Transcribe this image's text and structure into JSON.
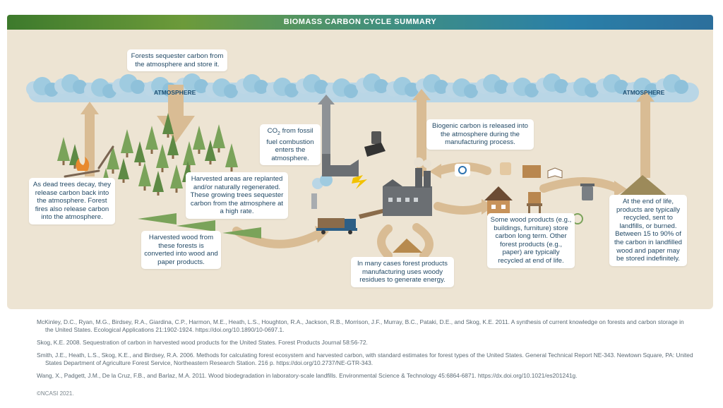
{
  "banner": {
    "title": "BIOMASS CARBON CYCLE SUMMARY"
  },
  "labels": {
    "atmosphere_left": "ATMOSPHERE",
    "atmosphere_right": "ATMOSPHERE"
  },
  "captions": {
    "sequester": "Forests sequester carbon from the atmosphere and store it.",
    "decay": "As dead trees decay, they release carbon back into the atmosphere. Forest fires also release carbon into the atmosphere.",
    "replanted": "Harvested areas are replanted and/or naturally regenerated. These growing trees sequester carbon from the atmosphere at a high rate.",
    "harvested": "Harvested wood from these forests is converted into wood and paper products.",
    "co2_prefix": "CO",
    "co2_sub": "2",
    "co2_suffix": " from fossil fuel combustion enters the atmosphere.",
    "biogenic": "Biogenic carbon is released into the atmosphere during the manufacturing process.",
    "residues": "In many cases forest products manufacturing uses woody residues to generate energy.",
    "products": "Some wood products (e.g., buildings, furniture) store carbon long term. Other forest products (e.g., paper) are typically recycled at end of life.",
    "end_of_life": "At the end of life, products are typically recycled, sent to landfills, or burned. Between 15 to 90% of the carbon in landfilled wood and paper may be stored indefinitely."
  },
  "references": [
    "McKinley, D.C., Ryan, M.G., Birdsey, R.A., Giardina, C.P., Harmon, M.E., Heath, L.S., Houghton, R.A., Jackson, R.B., Morrison, J.F., Murray, B.C., Pataki, D.E., and Skog, K.E. 2011. A synthesis of current knowledge on forests and carbon storage in the United States. Ecological Applications 21:1902-1924. https://doi.org/10.1890/10-0697.1.",
    "Skog, K.E. 2008. Sequestration of carbon in harvested wood products for the United States. Forest Products Journal 58:56-72.",
    "Smith, J.E., Heath, L.S., Skog, K.E., and Birdsey, R.A. 2006. Methods for calculating forest ecosystem and harvested carbon, with standard estimates for forest types of the United States. General Technical Report NE-343. Newtown Square, PA: United States Department of Agriculture Forest Service, Northeastern Research Station. 216 p. https://doi.org/10.2737/NE-GTR-343.",
    "Wang, X., Padgett, J.M., De la Cruz, F.B., and Barlaz, M.A. 2011. Wood biodegradation in laboratory-scale landfills. Environmental Science & Technology 45:6864-6871. https://dx.doi.org/10.1021/es201241g."
  ],
  "copyright": "©NCASI 2021.",
  "colors": {
    "panel": "#ede4d3",
    "cloud": "#9fcbe0",
    "arrow": "#d9bc94",
    "tree": "#7aa35a",
    "caption_text": "#234a66"
  }
}
